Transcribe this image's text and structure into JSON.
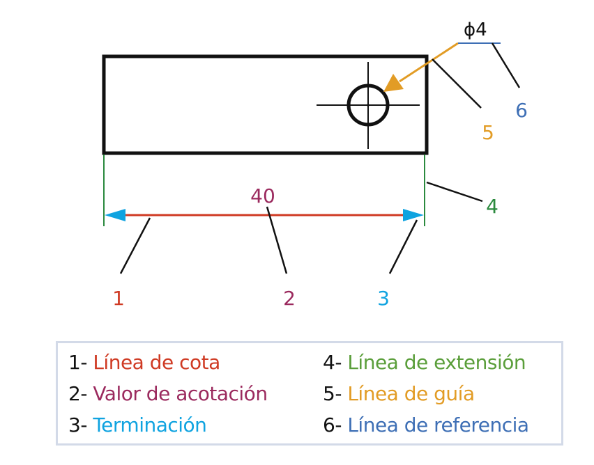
{
  "colors": {
    "red": "#cf3a23",
    "purple": "#9b2a5e",
    "cyan": "#0fa3e0",
    "green": "#2b8a3e",
    "green_legend": "#5a9e3a",
    "orange": "#e29c25",
    "blue": "#3e6fb5",
    "black": "#111111"
  },
  "drawing": {
    "dimension_value": "40",
    "diameter_value": "ϕ4",
    "callouts": [
      "1",
      "2",
      "3",
      "4",
      "5",
      "6"
    ]
  },
  "legend": [
    {
      "number": "1-",
      "label": "Línea de cota",
      "color": "#cf3a23"
    },
    {
      "number": "2-",
      "label": "Valor de acotación",
      "color": "#9b2a5e"
    },
    {
      "number": "3-",
      "label": "Terminación",
      "color": "#0fa3e0"
    },
    {
      "number": "4-",
      "label": "Línea de extensión",
      "color": "#5a9e3a"
    },
    {
      "number": "5-",
      "label": "Línea de guía",
      "color": "#e29c25"
    },
    {
      "number": "6-",
      "label": "Línea de referencia",
      "color": "#3e6fb5"
    }
  ]
}
